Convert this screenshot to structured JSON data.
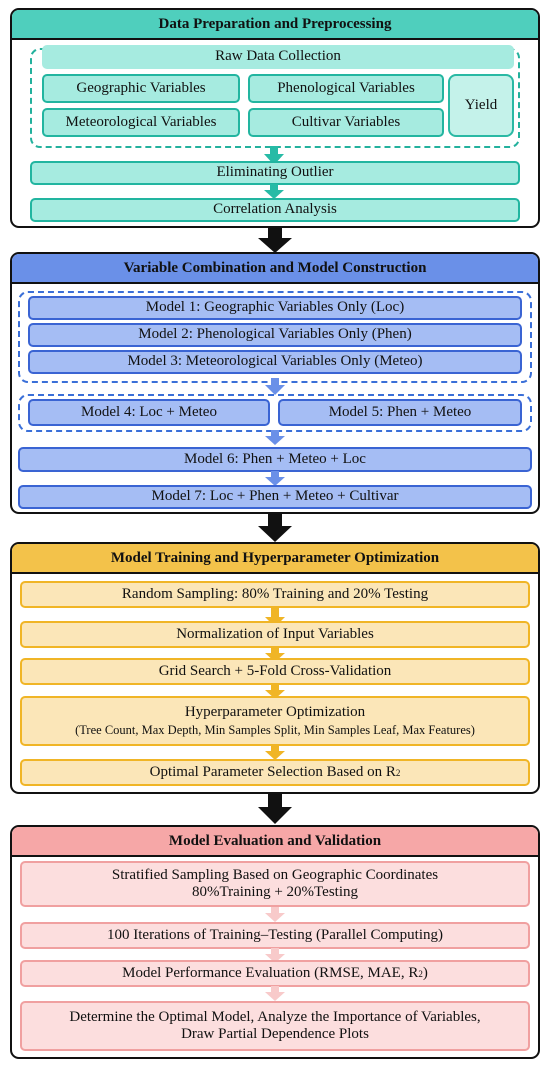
{
  "sections": {
    "prep": {
      "title": "Data Preparation and Preprocessing",
      "raw_data": "Raw Data Collection",
      "geographic": "Geographic Variables",
      "phenological": "Phenological Variables",
      "meteorological": "Meteorological Variables",
      "cultivar": "Cultivar Variables",
      "yield": "Yield",
      "outlier": "Eliminating Outlier",
      "correlation": "Correlation Analysis"
    },
    "models": {
      "title": "Variable Combination and Model Construction",
      "m1": "Model 1: Geographic Variables Only (Loc)",
      "m2": "Model 2: Phenological Variables Only (Phen)",
      "m3": "Model 3: Meteorological Variables Only (Meteo)",
      "m4": "Model 4: Loc + Meteo",
      "m5": "Model 5: Phen + Meteo",
      "m6": "Model 6: Phen + Meteo + Loc",
      "m7": "Model 7: Loc + Phen + Meteo + Cultivar"
    },
    "training": {
      "title": "Model Training and Hyperparameter Optimization",
      "sampling": "Random Sampling: 80% Training and 20% Testing",
      "normalization": "Normalization of Input Variables",
      "grid": "Grid Search + 5-Fold Cross-Validation",
      "hyper_title": "Hyperparameter Optimization",
      "hyper_detail": "(Tree Count, Max Depth, Min Samples Split, Min Samples Leaf, Max Features)",
      "optimal": "Optimal Parameter Selection Based on R",
      "optimal_sup": "2"
    },
    "evaluation": {
      "title": "Model Evaluation and Validation",
      "stratified_1": "Stratified Sampling Based on Geographic Coordinates",
      "stratified_2": "80%Training + 20%Testing",
      "iterations": "100 Iterations of Training–Testing (Parallel Computing)",
      "performance": "Model Performance Evaluation (RMSE, MAE, R",
      "performance_sup": "2",
      "performance_end": ")",
      "final_1": "Determine the Optimal Model, Analyze the Importance of Variables,",
      "final_2": "Draw Partial Dependence Plots"
    }
  },
  "colors": {
    "teal": "#4fcfbd",
    "blue": "#6a90e8",
    "amber": "#f3c24a",
    "pink": "#f6a7a7",
    "arrow_black": "#111111"
  }
}
